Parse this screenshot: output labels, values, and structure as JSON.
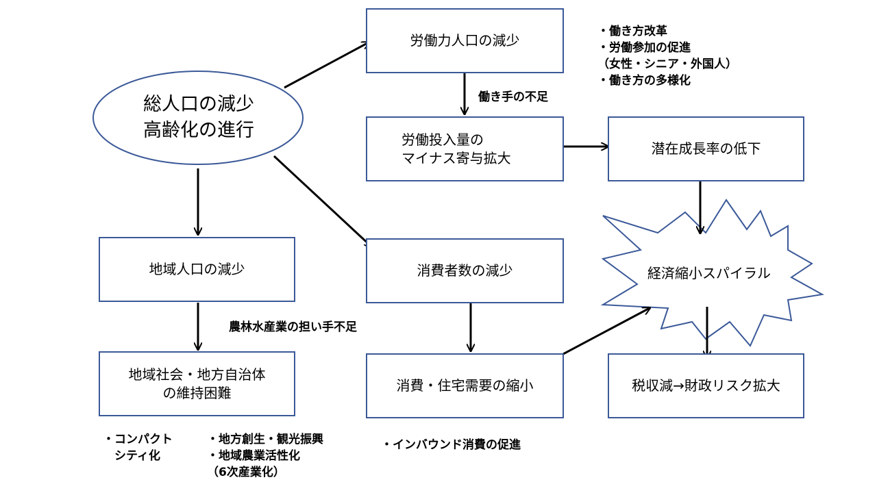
{
  "diagram": {
    "start": {
      "line1": "総人口の減少",
      "line2": "高齢化の進行"
    },
    "boxes": {
      "labor_pop": "労働力人口の減少",
      "labor_input": {
        "line1": "労働投入量の",
        "line2": "マイナス寄与拡大"
      },
      "potential_growth": "潜在成長率の低下",
      "regional_pop": "地域人口の減少",
      "consumers": "消費者数の減少",
      "regional_society": {
        "line1": "地域社会・地方自治体",
        "line2": "の維持困難"
      },
      "consumption_demand": "消費・住宅需要の縮小",
      "tax": "税収減→財政リスク拡大"
    },
    "spiral": "経済縮小スパイラル",
    "edge_labels": {
      "worker_shortage": "働き手の不足",
      "agri_shortage": "農林水産業の担い手不足"
    },
    "notes": {
      "work_reform": [
        "・働き方改革",
        "・労働参加の促進",
        "（女性・シニア・外国人）",
        "・働き方の多様化"
      ],
      "compact_city": [
        "・コンパクト",
        "　シティ化"
      ],
      "regional_revival": [
        "・地方創生・観光振興",
        "・地域農業活性化",
        "（6次産業化）"
      ],
      "inbound": [
        "・インバウンド消費の促進"
      ]
    },
    "colors": {
      "border": "#3b5998",
      "arrow": "#000000",
      "fill": "#ffffff"
    }
  }
}
